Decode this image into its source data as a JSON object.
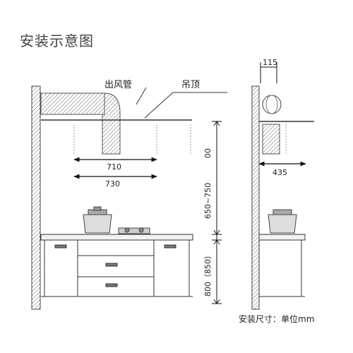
{
  "title": "安装示意图",
  "labels": {
    "duct": "出风管",
    "ceiling": "吊顶",
    "unit": "安装尺寸：单位mm"
  },
  "dimensions": {
    "side_width_top": "115",
    "hood_width_inner": "710",
    "hood_width_outer": "730",
    "depth": "435",
    "hood_height": "00",
    "hood_to_counter": "650~750",
    "counter_height": "800（850）"
  }
}
